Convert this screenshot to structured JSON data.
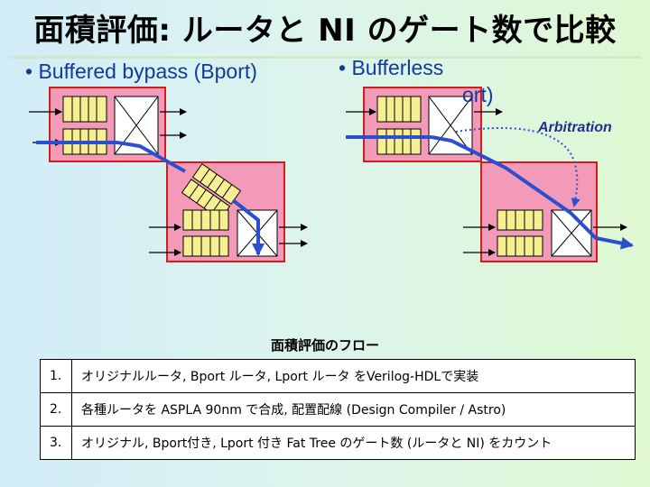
{
  "title": "面積評価: ルータと NI のゲート数で比較",
  "bullets": {
    "left": "• Buffered bypass (Bport)",
    "right": "• Bufferless",
    "right_overlap": "ort)"
  },
  "diagram": {
    "arbitration_label": "Arbitration",
    "colors": {
      "router_fill": "#f29ab8",
      "router_border": "#d41c1c",
      "buffer_fill": "#f7f093",
      "path_blue": "#2c4fcf",
      "arbitration_text": "#1f2f8a"
    }
  },
  "flow": {
    "title": "面積評価のフロー",
    "steps": [
      {
        "num": "1.",
        "text": "オリジナルルータ, Bport ルータ, Lport ルータ をVerilog-HDLで実装"
      },
      {
        "num": "2.",
        "text": "各種ルータを ASPLA 90nm で合成, 配置配線 (Design Compiler / Astro)"
      },
      {
        "num": "3.",
        "text": "オリジナル, Bport付き, Lport 付き Fat Tree のゲート数 (ルータと NI) をカウント"
      }
    ]
  }
}
